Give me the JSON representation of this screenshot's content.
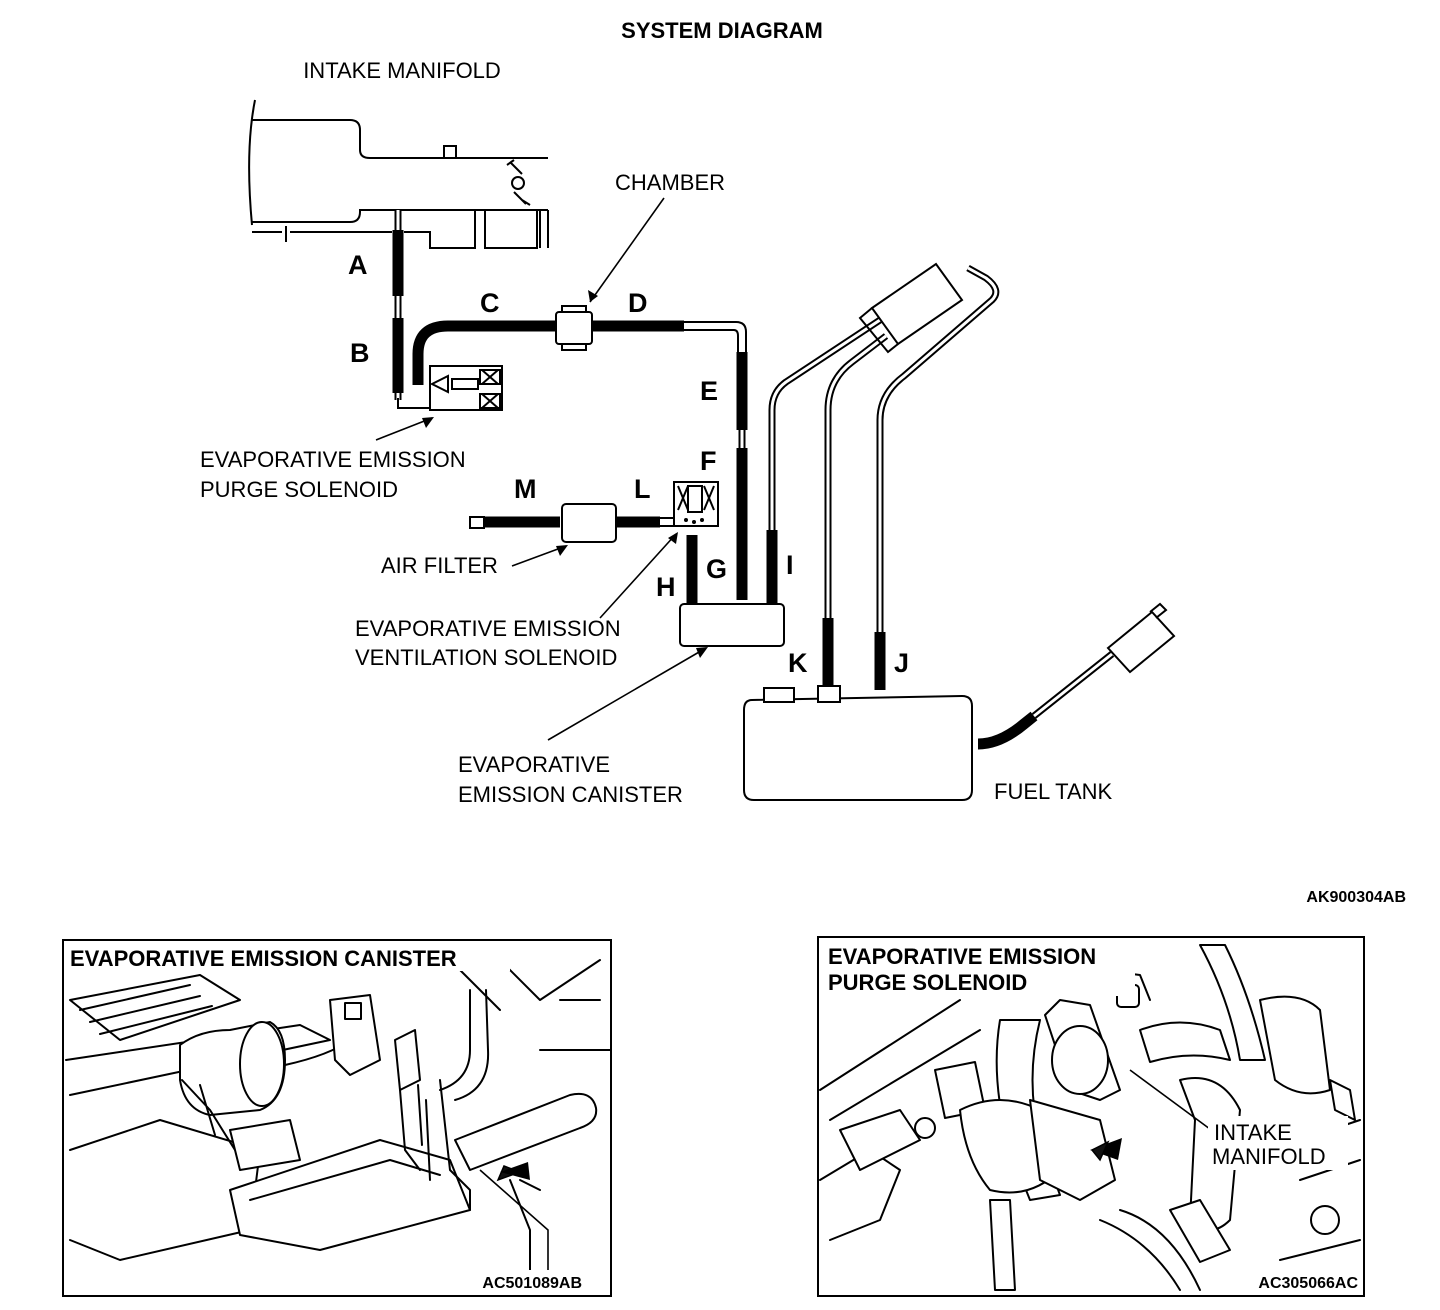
{
  "title": "SYSTEM DIAGRAM",
  "labels": {
    "intake_manifold": "INTAKE MANIFOLD",
    "chamber": "CHAMBER",
    "purge_solenoid_l1": "EVAPORATIVE EMISSION",
    "purge_solenoid_l2": "PURGE SOLENOID",
    "air_filter": "AIR FILTER",
    "vent_solenoid_l1": "EVAPORATIVE EMISSION",
    "vent_solenoid_l2": "VENTILATION SOLENOID",
    "canister_l1": "EVAPORATIVE",
    "canister_l2": "EMISSION CANISTER",
    "fuel_tank": "FUEL TANK"
  },
  "hoses": {
    "a": "A",
    "b": "B",
    "c": "C",
    "d": "D",
    "e": "E",
    "f": "F",
    "g": "G",
    "h": "H",
    "i": "I",
    "j": "J",
    "k": "K",
    "l": "L",
    "m": "M"
  },
  "figure_code": "AK900304AB",
  "photos": {
    "left": {
      "title": "EVAPORATIVE EMISSION CANISTER",
      "code": "AC501089AB"
    },
    "right": {
      "title_l1": "EVAPORATIVE EMISSION",
      "title_l2": "PURGE SOLENOID",
      "callout_l1": "INTAKE",
      "callout_l2": "MANIFOLD",
      "code": "AC305066AC"
    }
  }
}
